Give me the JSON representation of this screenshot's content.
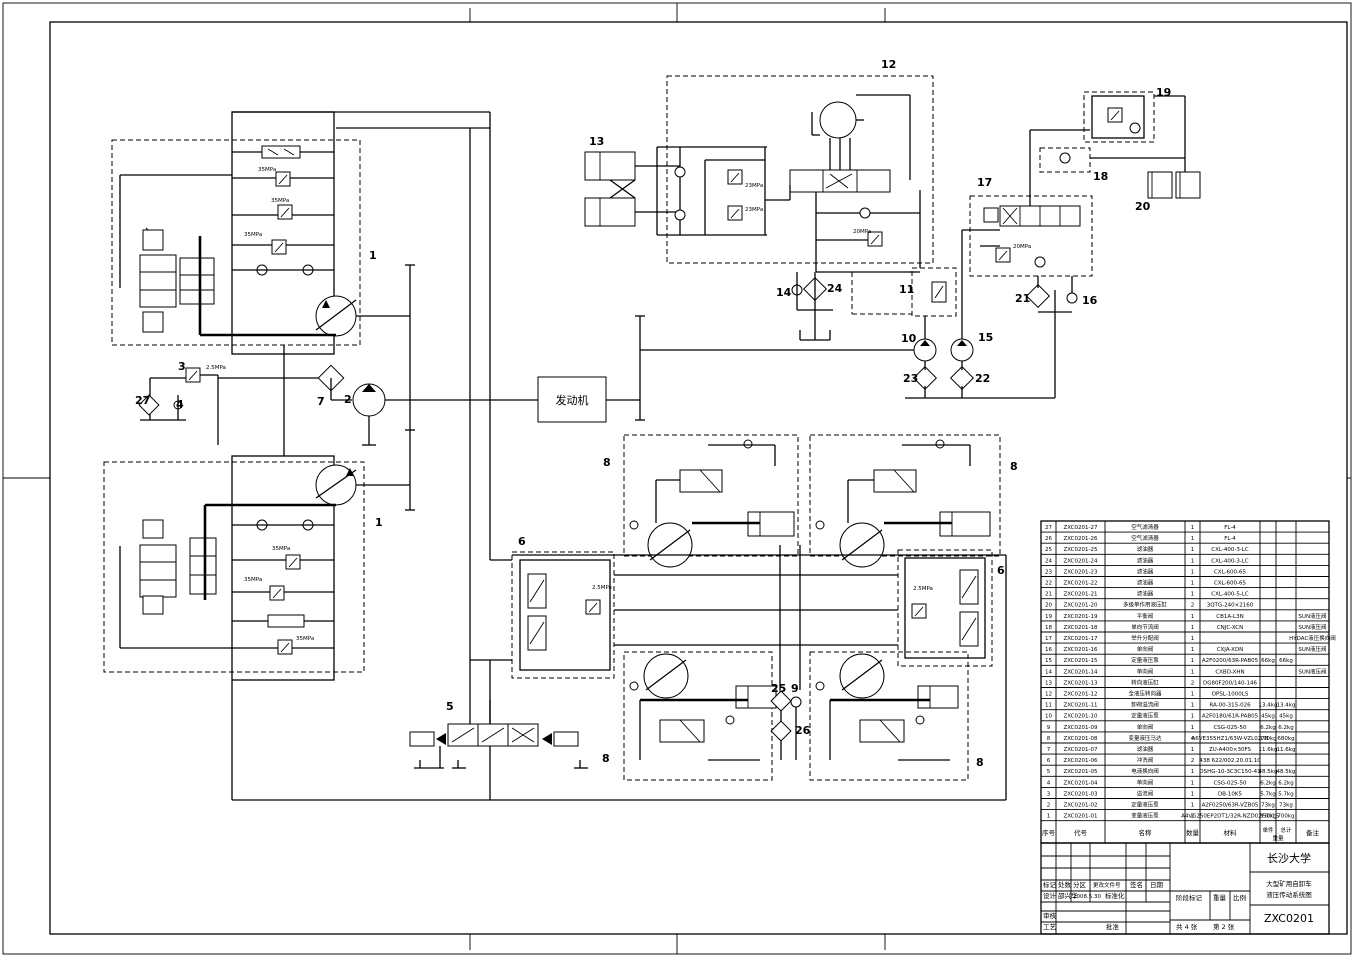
{
  "labels": {
    "n1a": "1",
    "n1b": "1",
    "n2": "2",
    "n3": "3",
    "n4": "4",
    "n5": "5",
    "n6a": "6",
    "n6b": "6",
    "n7": "7",
    "n8a": "8",
    "n8b": "8",
    "n8c": "8",
    "n8d": "8",
    "n9": "9",
    "n10": "10",
    "n11": "11",
    "n12": "12",
    "n13": "13",
    "n14": "14",
    "n15": "15",
    "n16": "16",
    "n17": "17",
    "n18": "18",
    "n19": "19",
    "n20": "20",
    "n21": "21",
    "n22": "22",
    "n23": "23",
    "n24": "24",
    "n25": "25",
    "n26": "26",
    "n27": "27"
  },
  "engine": "发动机",
  "pressures": {
    "p35a": "35MPa",
    "p35b": "35MPa",
    "p35c": "35MPa",
    "p35d": "35MPa",
    "p35e": "35MPa",
    "p35f": "35MPa",
    "p25a": "2.5MPa",
    "p25b": "2.5MPa",
    "p25c": "2.5MPa",
    "p23a": "23MPa",
    "p23b": "23MPa",
    "p20a": "20MPa",
    "p20b": "20MPa"
  },
  "bom": {
    "rows": [
      {
        "no": "27",
        "code": "ZXC0201-27",
        "name": "空气滤清器",
        "qty": "1",
        "mat": "FL-4",
        "w1": "",
        "w2": "",
        "note": ""
      },
      {
        "no": "26",
        "code": "ZXC0201-26",
        "name": "空气滤清器",
        "qty": "1",
        "mat": "FL-4",
        "w1": "",
        "w2": "",
        "note": ""
      },
      {
        "no": "25",
        "code": "ZXC0201-25",
        "name": "滤油器",
        "qty": "1",
        "mat": "CXL-400-3-LC",
        "w1": "",
        "w2": "",
        "note": ""
      },
      {
        "no": "24",
        "code": "ZXC0201-24",
        "name": "滤油器",
        "qty": "1",
        "mat": "CXL-400-3-LC",
        "w1": "",
        "w2": "",
        "note": ""
      },
      {
        "no": "23",
        "code": "ZXC0201-23",
        "name": "滤油器",
        "qty": "1",
        "mat": "CXL-600-65",
        "w1": "",
        "w2": "",
        "note": ""
      },
      {
        "no": "22",
        "code": "ZXC0201-22",
        "name": "滤油器",
        "qty": "1",
        "mat": "CXL-600-65",
        "w1": "",
        "w2": "",
        "note": ""
      },
      {
        "no": "21",
        "code": "ZXC0201-21",
        "name": "滤油器",
        "qty": "1",
        "mat": "CXL-400-5-LC",
        "w1": "",
        "w2": "",
        "note": ""
      },
      {
        "no": "20",
        "code": "ZXC0201-20",
        "name": "多级单作用液压缸",
        "qty": "2",
        "mat": "3QTG-240×2160",
        "w1": "",
        "w2": "",
        "note": ""
      },
      {
        "no": "19",
        "code": "ZXC0201-19",
        "name": "平衡阀",
        "qty": "1",
        "mat": "CB1A-L3N",
        "w1": "",
        "w2": "",
        "note": "SUN液压阀"
      },
      {
        "no": "18",
        "code": "ZXC0201-18",
        "name": "单向节流阀",
        "qty": "1",
        "mat": "CNJC-XCN",
        "w1": "",
        "w2": "",
        "note": "SUN液压阀"
      },
      {
        "no": "17",
        "code": "ZXC0201-17",
        "name": "举升分配阀",
        "qty": "1",
        "mat": "",
        "w1": "",
        "w2": "",
        "note": "HYDAC液压换向阀"
      },
      {
        "no": "16",
        "code": "ZXC0201-16",
        "name": "单向阀",
        "qty": "1",
        "mat": "CXJA-XDN",
        "w1": "",
        "w2": "",
        "note": "SUN液压阀"
      },
      {
        "no": "15",
        "code": "ZXC0201-15",
        "name": "定量液压泵",
        "qty": "1",
        "mat": "A2F0200/63R-PAB05",
        "w1": "66kg",
        "w2": "66kg",
        "note": ""
      },
      {
        "no": "14",
        "code": "ZXC0201-14",
        "name": "单向阀",
        "qty": "1",
        "mat": "CXBD-XHN",
        "w1": "",
        "w2": "",
        "note": "SUN液压阀"
      },
      {
        "no": "13",
        "code": "ZXC0201-13",
        "name": "转向液压缸",
        "qty": "2",
        "mat": "DG80F200/140-146",
        "w1": "",
        "w2": "",
        "note": ""
      },
      {
        "no": "12",
        "code": "ZXC0201-12",
        "name": "全液压转向器",
        "qty": "1",
        "mat": "OPSL-1000LS",
        "w1": "",
        "w2": "",
        "note": ""
      },
      {
        "no": "11",
        "code": "ZXC0201-11",
        "name": "卸荷溢流阀",
        "qty": "1",
        "mat": "RA-00-315-026",
        "w1": "13.4kg",
        "w2": "13.4kg",
        "note": ""
      },
      {
        "no": "10",
        "code": "ZXC0201-10",
        "name": "定量液压泵",
        "qty": "1",
        "mat": "A2F0180/61R-PAB05",
        "w1": "45kg",
        "w2": "45kg",
        "note": ""
      },
      {
        "no": "9",
        "code": "ZXC0201-09",
        "name": "单向阀",
        "qty": "1",
        "mat": "CSG-025-50",
        "w1": "6.2kg",
        "w2": "6.2kg",
        "note": ""
      },
      {
        "no": "8",
        "code": "ZXC0201-08",
        "name": "变量液压马达",
        "qty": "4",
        "mat": "A6VE355HZ1/63W-VZL027B",
        "w1": "170kg",
        "w2": "680kg",
        "note": ""
      },
      {
        "no": "7",
        "code": "ZXC0201-07",
        "name": "滤油器",
        "qty": "1",
        "mat": "ZU-A400×30FS",
        "w1": "11.6kg",
        "w2": "11.6kg",
        "note": ""
      },
      {
        "no": "6",
        "code": "ZXC0201-06",
        "name": "冲洗阀",
        "qty": "2",
        "mat": "438 622/002.20.01.10",
        "w1": "",
        "w2": "",
        "note": ""
      },
      {
        "no": "5",
        "code": "ZXC0201-05",
        "name": "电液换向阀",
        "qty": "1",
        "mat": "DSHG-10-3C3C150-41",
        "w1": "48.5kg",
        "w2": "48.5kg",
        "note": ""
      },
      {
        "no": "4",
        "code": "ZXC0201-04",
        "name": "单向阀",
        "qty": "1",
        "mat": "CSG-025-50",
        "w1": "6.2kg",
        "w2": "6.2kg",
        "note": ""
      },
      {
        "no": "3",
        "code": "ZXC0201-03",
        "name": "溢流阀",
        "qty": "1",
        "mat": "DB-10K5",
        "w1": "5.7kg",
        "w2": "5.7kg",
        "note": ""
      },
      {
        "no": "2",
        "code": "ZXC0201-02",
        "name": "定量液压泵",
        "qty": "1",
        "mat": "A2F0250/63R-VZB05",
        "w1": "73kg",
        "w2": "73kg",
        "note": ""
      },
      {
        "no": "1",
        "code": "ZXC0201-01",
        "name": "变量液压泵",
        "qty": "2",
        "mat": "A4VG250EP2DT1/32R-NZD02F001S",
        "w1": "350kg",
        "w2": "700kg",
        "note": ""
      }
    ],
    "header": {
      "no": "序号",
      "code": "代号",
      "name": "名称",
      "qty": "数量",
      "mat": "材料",
      "w1": "单件",
      "w2": "总计",
      "wlabel": "重量",
      "note": "备注"
    }
  },
  "title_block": {
    "university": "长沙大学",
    "title_line1": "大型矿用自卸车",
    "title_line2": "液压传动系统图",
    "drawing_no": "ZXC0201",
    "mark": "标记",
    "count": "处数",
    "zone": "分区",
    "change_doc": "更改文件号",
    "sign": "签名",
    "date": "日期",
    "design": "设计",
    "designer": "邵兴华",
    "design_date": "2008.5.30",
    "standardize": "标准化",
    "stage": "阶段标记",
    "weight": "重量",
    "scale": "比例",
    "review": "审核",
    "process": "工艺",
    "approve": "批准",
    "sheets": "共 4 张",
    "sheet_no": "第 2 张"
  }
}
